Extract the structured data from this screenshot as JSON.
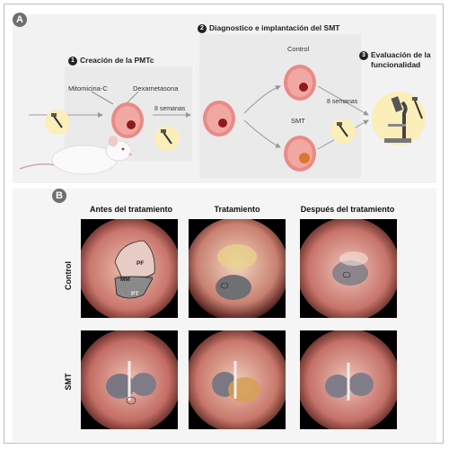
{
  "panel_a": {
    "badge": "A",
    "step1": {
      "num": "1",
      "title": "Creación de la PMTc",
      "drug1": "Mitomicina-C",
      "drug2": "Dexametasona"
    },
    "interval1": "8 semanas",
    "step2": {
      "num": "2",
      "title": "Diagnostico e implantación del SMT",
      "group_control": "Control",
      "group_smt": "SMT"
    },
    "interval2": "8 semanas",
    "step3": {
      "num": "3",
      "title_line1": "Evaluación de la",
      "title_line2": "funcionalidad"
    },
    "icons": [
      "otoscope-icon",
      "mouse-icon",
      "ear-drum-icon",
      "microscope-icon"
    ]
  },
  "panel_b": {
    "badge": "B",
    "columns": [
      "Antes del tratamiento",
      "Tratamiento",
      "Después del tratamiento"
    ],
    "rows": [
      "Control",
      "SMT"
    ],
    "labels": {
      "pf": "PF",
      "mm": "MM",
      "pt": "PT"
    }
  },
  "colors": {
    "panel_bg": "#f2f2f2",
    "tympanum": "#e98a86",
    "perforation": "#8e1a1a",
    "patch": "#d9772d",
    "lamp_circle": "#fbeeb8"
  }
}
